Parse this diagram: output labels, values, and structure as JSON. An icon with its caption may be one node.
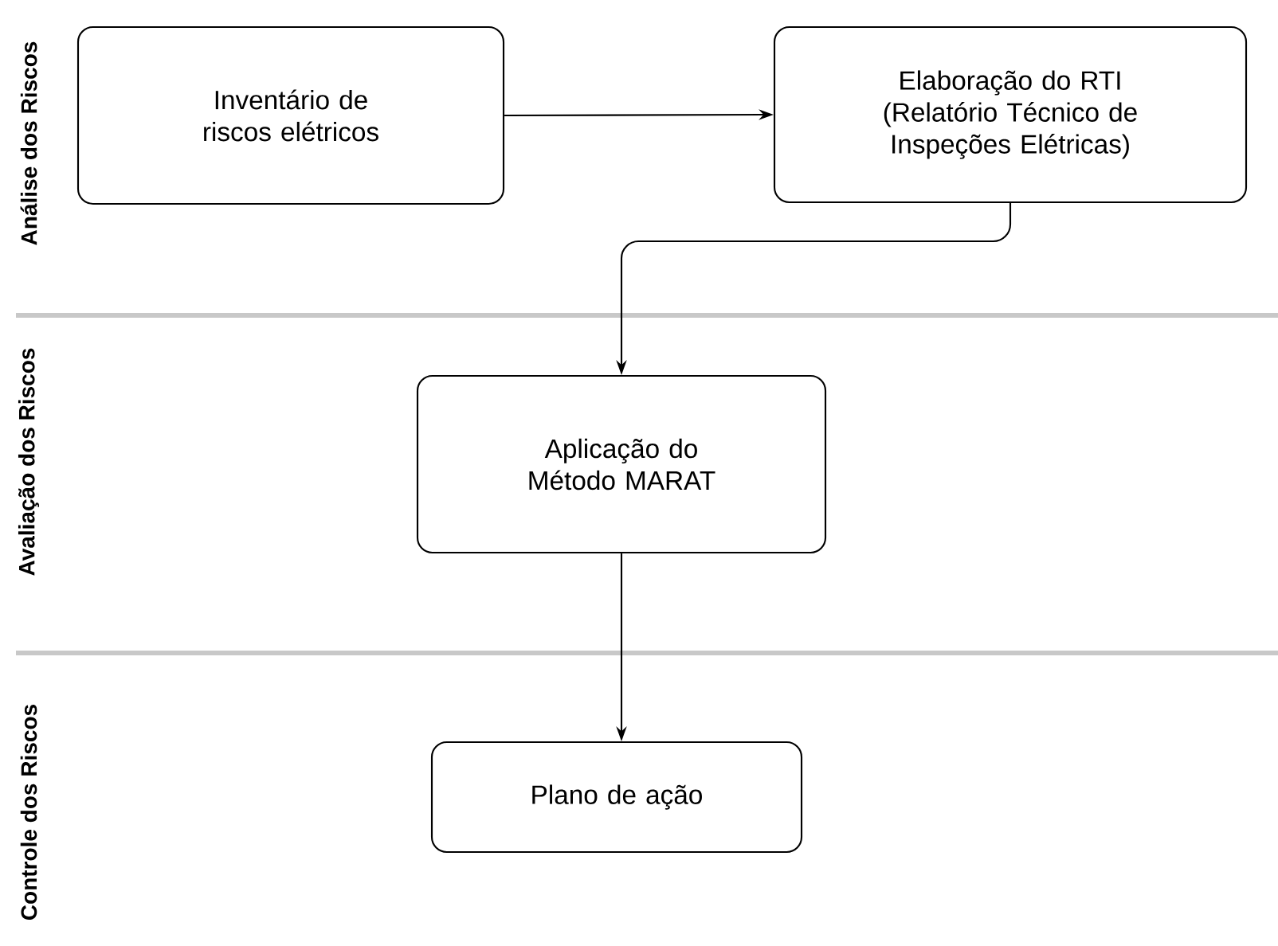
{
  "diagram": {
    "nodes": [
      {
        "text": [
          "Análise dos Riscos"
        ]
      },
      {
        "text": [
          "Inventário de riscos elétricos"
        ]
      },
      {
        "text": [
          "Elaboração do RTI (Relatório Técnico de Inspeções Elétricas)"
        ]
      },
      {
        "text": [
          "Avaliação dos Riscos"
        ]
      },
      {
        "text": [
          "Aplicação do Método MARAT"
        ]
      },
      {
        "text": [
          "Controle dos Riscos"
        ]
      },
      {
        "text": [
          "Plano de ação"
        ]
      }
    ],
    "edges": [
      {
        "from": 1,
        "to": 2,
        "arrow": "to"
      },
      {
        "from": 2,
        "to": 4,
        "arrow": "to"
      },
      {
        "from": 4,
        "to": 6,
        "arrow": "to"
      }
    ]
  }
}
